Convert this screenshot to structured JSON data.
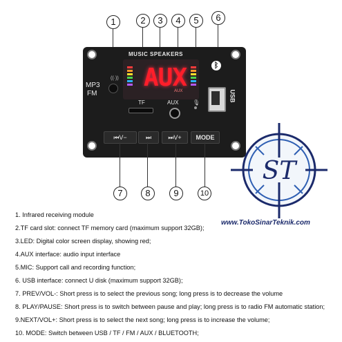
{
  "callouts": [
    "1",
    "2",
    "3",
    "4",
    "5",
    "6",
    "7",
    "8",
    "9",
    "10"
  ],
  "board": {
    "title": "MUSIC SPEAKERS",
    "lcd_text": "AUX",
    "lcd_sub": "AUX",
    "mode_label_1": "MP3",
    "mode_label_2": "FM",
    "tf_label": "TF",
    "aux_label": "AUX",
    "usb_label": "USB",
    "bluetooth_glyph": "ᛒ",
    "buttons": [
      "⏮V−",
      "⏭",
      "⏭V+",
      "MODE"
    ]
  },
  "logo": {
    "letters": "ST",
    "url": "www.TokoSinarTeknik.com"
  },
  "descriptions": [
    "1. Infrared receiving module",
    "2.TF card slot: connect TF memory card (maximum support 32GB);",
    "3.LED: Digital color screen display, showing red;",
    "4.AUX interface: audio input interface",
    "5.MIC: Support call and recording function;",
    "6. USB interface: connect U disk (maximum support 32GB);",
    "7. PREV/VOL-: Short press is to select the previous song; long press is to decrease the volume",
    "8. PLAY/PAUSE: Short press is to switch between pause and play; long press is to radio FM automatic station;",
    "9.NEXT/VOL+: Short press is to select the next song; long press is to increase the volume;",
    "10. MODE: Switch between USB / TF / FM / AUX / BLUETOOTH;"
  ],
  "colors": {
    "lcd_red": "#ff1e2a",
    "board": "#1c1c1c",
    "logo_blue": "#1b2a6b"
  }
}
